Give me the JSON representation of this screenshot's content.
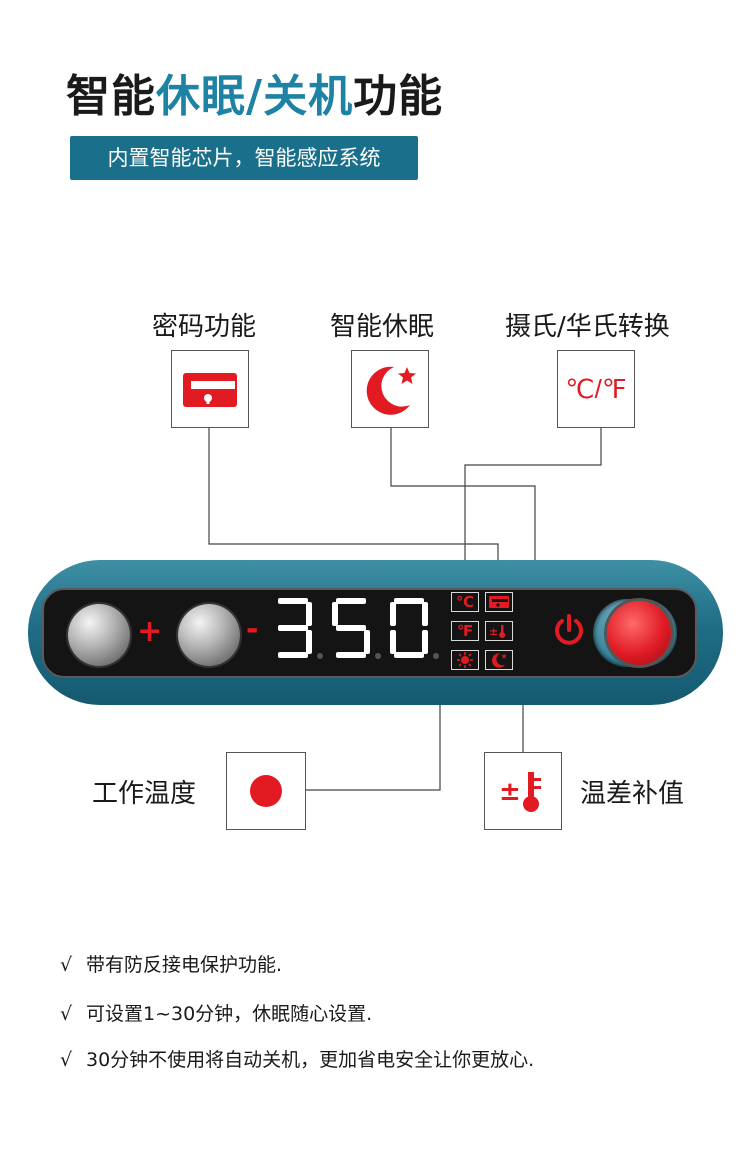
{
  "header": {
    "title_part1": "智能",
    "title_highlight": "休眠/关机",
    "title_part2": "功能",
    "badge": "内置智能芯片，智能感应系统"
  },
  "callouts": {
    "password": {
      "label": "密码功能",
      "icon": "password-lock-icon"
    },
    "sleep": {
      "label": "智能休眠",
      "icon": "moon-star-icon"
    },
    "unit_switch": {
      "label": "摄氏/华氏转换",
      "icon_text": "℃/℉"
    },
    "work_temp": {
      "label": "工作温度",
      "icon": "red-dot-icon"
    },
    "temp_offset": {
      "label": "温差补值",
      "icon_text": "±"
    }
  },
  "device": {
    "plus": "+",
    "minus": "-",
    "display_value": "350",
    "indicator_c": "℃",
    "indicator_f": "℉",
    "power_icon": "power-icon",
    "colors": {
      "accent": "#e21a22",
      "body": "#1f6e86",
      "panel": "#141414"
    }
  },
  "features": [
    {
      "check": "√",
      "text": "带有防反接电保护功能."
    },
    {
      "check": "√",
      "text": "可设置1~30分钟，休眠随心设置."
    },
    {
      "check": "√",
      "text": "30分钟不使用将自动关机，更加省电安全让你更放心."
    }
  ]
}
